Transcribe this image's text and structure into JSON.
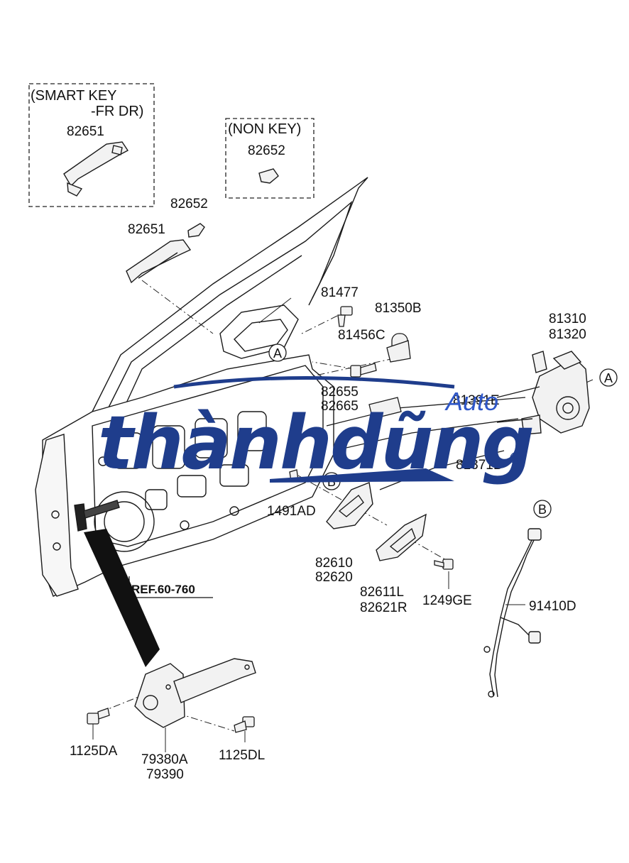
{
  "boxes": {
    "smart_key_line1": "(SMART KEY",
    "smart_key_line2": "-FR DR)",
    "non_key": "(NON KEY)"
  },
  "labels": {
    "smart_handle": "82651",
    "non_key_cover": "82652",
    "cover": "82652",
    "outside_handle": "82651",
    "screw_81477": "81477",
    "striker_81350b": "81350B",
    "bolt_81456c": "81456C",
    "latch_81310": "81310",
    "latch_81320": "81320",
    "rod_82655": "82655",
    "rod_82665": "82665",
    "cable_81391e": "81391E",
    "cable_81371b": "81371B",
    "clip_1491ad": "1491AD",
    "inside_handle_82610": "82610",
    "inside_handle_82620": "82620",
    "cover_82611l": "82611L",
    "cover_82621r": "82621R",
    "screw_1249ge": "1249GE",
    "wiring_91410d": "91410D",
    "ref": "REF.60-760",
    "bolt_1125da": "1125DA",
    "checker_79380a": "79380A",
    "checker_79390": "79390",
    "bolt_1125dl": "1125DL"
  },
  "markers": {
    "a1": "A",
    "a2": "A",
    "b1": "B",
    "b2": "B"
  },
  "watermark": {
    "main": "thànhdũng",
    "sub": "Auto",
    "reg": "®",
    "main_color": "#1f3d8c",
    "sub_color": "#2f57c8"
  },
  "colors": {
    "line": "#1a1a1a",
    "part_fill": "#f2f2f2"
  }
}
